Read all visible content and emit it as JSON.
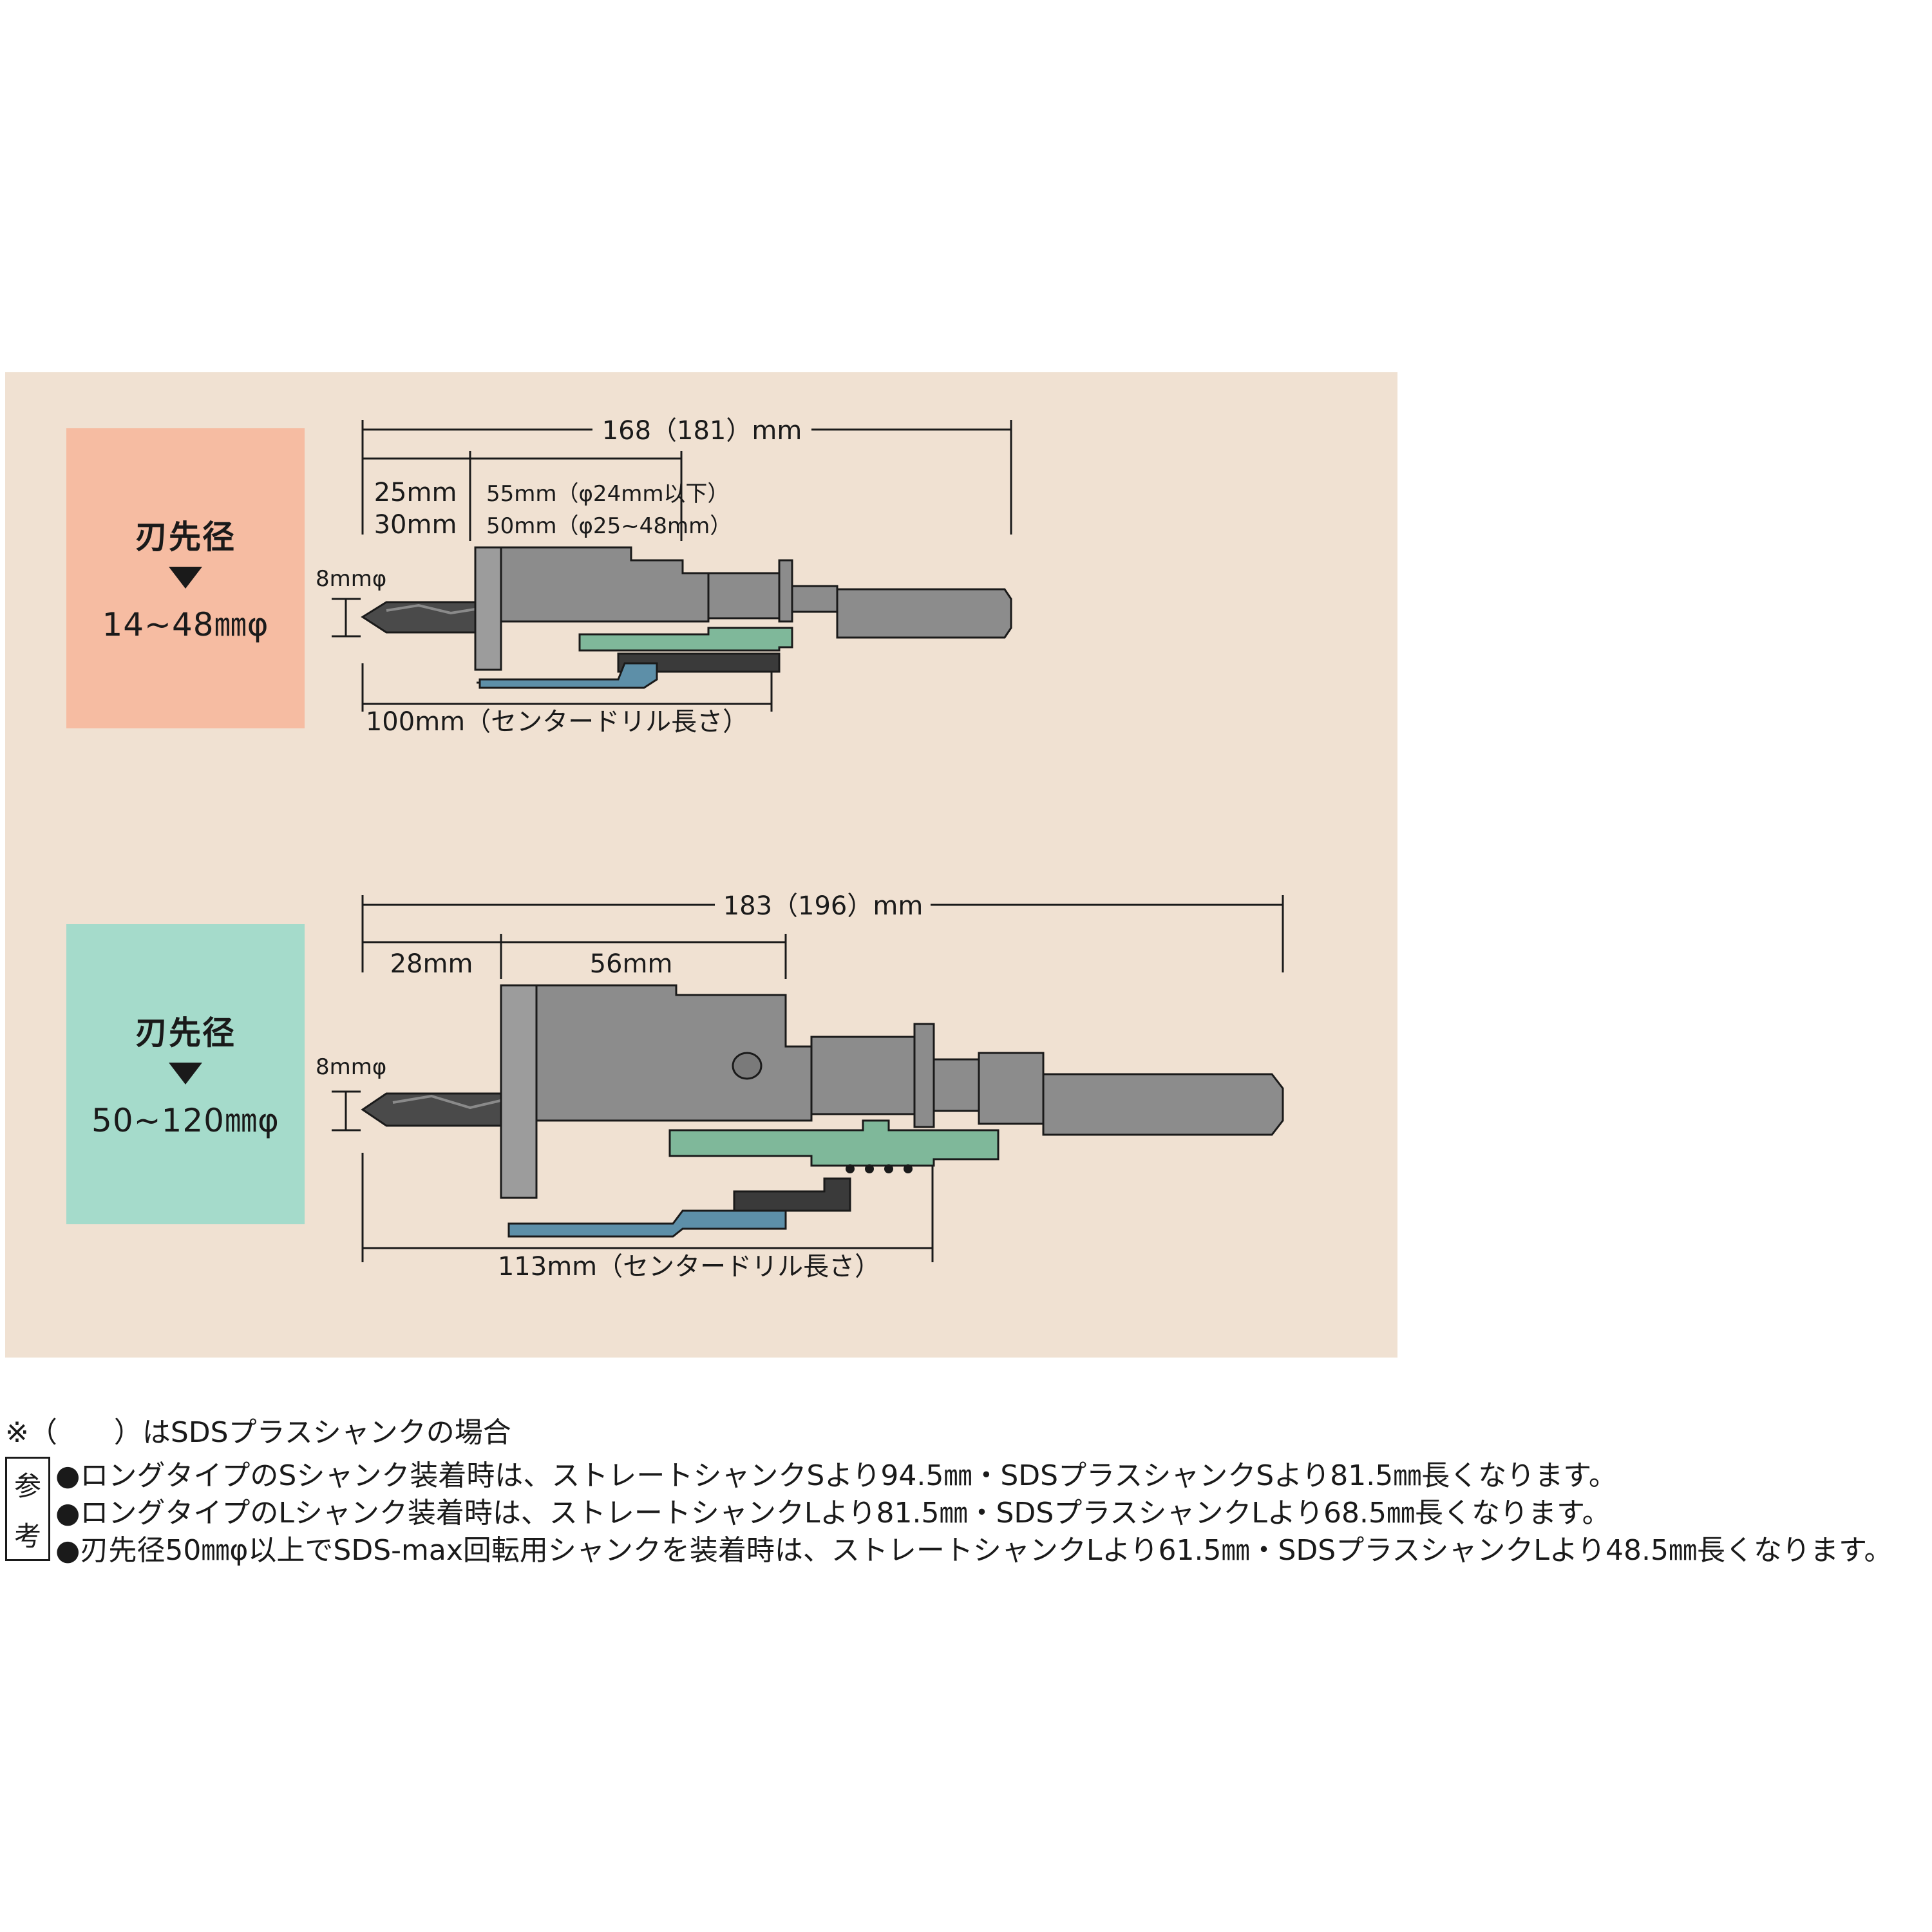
{
  "badges": [
    {
      "title": "刃先径",
      "range": "14~48㎜φ"
    },
    {
      "title": "刃先径",
      "range": "50~120㎜φ"
    }
  ],
  "diagram1": {
    "overall": "168（181）mm",
    "depth_a": "25mm",
    "depth_b": "30mm",
    "length_a": "55mm（φ24mm以下）",
    "length_b": "50mm（φ25~48mm）",
    "drill_dia": "8mmφ",
    "center_drill": "100mm（センタードリル長さ）"
  },
  "diagram2": {
    "overall": "183（196）mm",
    "depth": "28mm",
    "length": "56mm",
    "drill_dia": "8mmφ",
    "center_drill": "113mm（センタードリル長さ）"
  },
  "notes": {
    "asterisk": "※（　　）はSDSプラスシャンクの場合",
    "ref_label_1": "参",
    "ref_label_2": "考",
    "lines": [
      "●ロングタイプのSシャンク装着時は、ストレートシャンクSより94.5㎜・SDSプラスシャンクSより81.5㎜長くなります。",
      "●ロングタイプのLシャンク装着時は、ストレートシャンクLより81.5㎜・SDSプラスシャンクLより68.5㎜長くなります。",
      "●刃先径50㎜φ以上でSDS-max回転用シャンクを装着時は、ストレートシャンクLより61.5㎜・SDSプラスシャンクLより48.5㎜長くなります。"
    ]
  },
  "colors": {
    "panel": "#f0e1d2",
    "badge1": "#f6bca2",
    "badge2": "#a5dbcb",
    "body_gray": "#8c8c8c",
    "green": "#7fb89a",
    "blue": "#5d8fa8",
    "dark": "#3a3a3a"
  }
}
